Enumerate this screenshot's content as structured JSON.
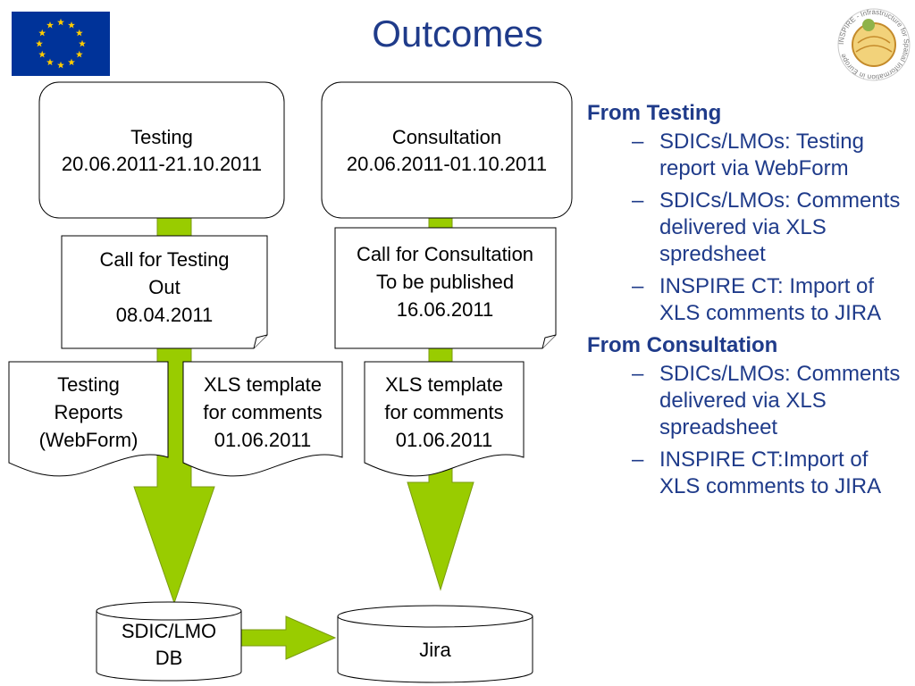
{
  "title": "Outcomes",
  "colors": {
    "title": "#1f3b8a",
    "arrow": "#99cc00",
    "eu_blue": "#003399",
    "eu_star": "#ffcc00"
  },
  "icons": {
    "eu_flag": "eu-flag-icon",
    "inspire_logo": "inspire-logo-icon"
  },
  "inspire_logo_text": "INSPIRE - Infrastructure for Spatial Information in Europe",
  "diagram": {
    "testing_box": [
      "Testing",
      "20.06.2011-21.10.2011"
    ],
    "consultation_box": [
      "Consultation",
      "20.06.2011-01.10.2011"
    ],
    "call_testing": [
      "Call for Testing",
      "Out",
      "08.04.2011"
    ],
    "call_consultation": [
      "Call for Consultation",
      "To be published",
      "16.06.2011"
    ],
    "testing_reports": [
      "Testing",
      "Reports",
      "(WebForm)"
    ],
    "xls_template_left": [
      "XLS template",
      "for comments",
      "01.06.2011"
    ],
    "xls_template_right": [
      "XLS template",
      "for comments",
      "01.06.2011"
    ],
    "db_sdic": [
      "SDIC/LMO",
      "DB"
    ],
    "db_jira": [
      "Jira"
    ]
  },
  "sidebar": {
    "from_testing": {
      "heading": "From Testing",
      "items": [
        "SDICs/LMOs: Testing report via WebForm",
        "SDICs/LMOs: Comments delivered via XLS spredsheet",
        "INSPIRE CT: Import of XLS comments to JIRA"
      ]
    },
    "from_consultation": {
      "heading": "From Consultation",
      "items": [
        "SDICs/LMOs: Comments delivered via XLS spreadsheet",
        "INSPIRE CT:Import of XLS comments to JIRA"
      ]
    },
    "dash": "–"
  }
}
